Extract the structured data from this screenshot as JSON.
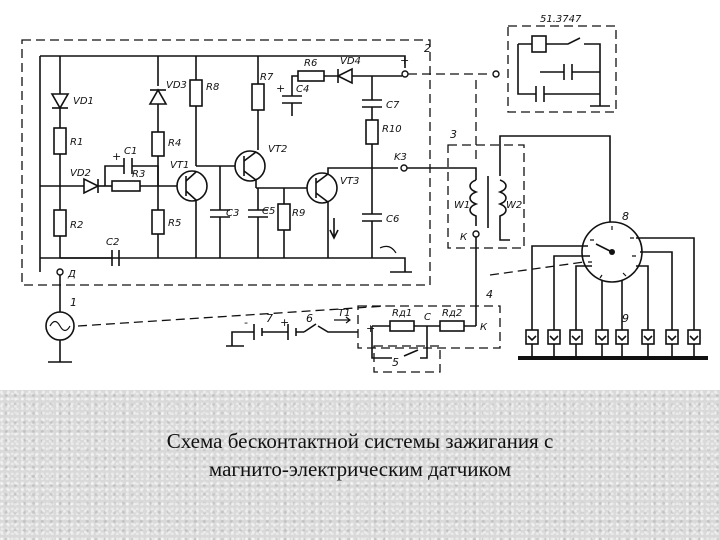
{
  "caption": {
    "line1": "Схема бесконтактной системы зажигания с",
    "line2": "магнито-электрическим датчиком"
  },
  "labels": {
    "vd1": "VD1",
    "vd2": "VD2",
    "vd3": "VD3",
    "vd4": "VD4",
    "r1": "R1",
    "r2": "R2",
    "r3": "R3",
    "r4": "R4",
    "r5": "R5",
    "r6": "R6",
    "r7": "R7",
    "r8": "R8",
    "r9": "R9",
    "r10": "R10",
    "c1": "C1",
    "c2": "C2",
    "c3": "C3",
    "c4": "C4",
    "c5": "C5",
    "c6": "C6",
    "c7": "C7",
    "vt1": "VT1",
    "vt2": "VT2",
    "vt3": "VT3",
    "k3": "K3",
    "d": "Д",
    "k": "К",
    "w1": "W1",
    "w2": "W2",
    "rd1": "Rд1",
    "rd2": "Rд2",
    "c": "С",
    "t1": "T1",
    "plus": "+",
    "minus": "-",
    "part": "51.3747",
    "n1": "1",
    "n2": "2",
    "n3": "3",
    "n4": "4",
    "n5": "5",
    "n6": "6",
    "n7": "7",
    "n8": "8",
    "n9": "9"
  }
}
